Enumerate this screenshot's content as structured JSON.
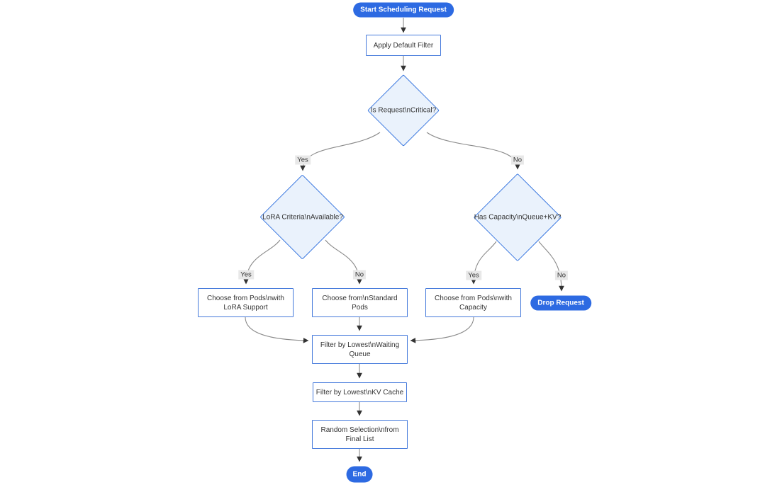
{
  "diagram": {
    "nodes": {
      "start": {
        "label": "Start Scheduling Request"
      },
      "apply_filter": {
        "label": "Apply Default Filter"
      },
      "is_critical": {
        "label": "Is Request\\nCritical?"
      },
      "lora_criteria": {
        "label": "LoRA Criteria\\nAvailable?"
      },
      "has_capacity": {
        "label": "Has Capacity\\nQueue+KV?"
      },
      "choose_lora": {
        "lines": [
          "Choose from Pods\\nwith",
          "LoRA Support"
        ]
      },
      "choose_standard": {
        "lines": [
          "Choose from\\nStandard",
          "Pods"
        ]
      },
      "choose_capacity": {
        "lines": [
          "Choose from Pods\\nwith",
          "Capacity"
        ]
      },
      "drop_request": {
        "label": "Drop Request"
      },
      "filter_queue": {
        "lines": [
          "Filter by Lowest\\nWaiting",
          "Queue"
        ]
      },
      "filter_kv": {
        "label": "Filter by Lowest\\nKV Cache"
      },
      "random_selection": {
        "lines": [
          "Random Selection\\nfrom",
          "Final List"
        ]
      },
      "end": {
        "label": "End"
      }
    },
    "edge_labels": {
      "critical_yes": "Yes",
      "critical_no": "No",
      "lora_yes": "Yes",
      "lora_no": "No",
      "capacity_yes": "Yes",
      "capacity_no": "No"
    },
    "colors": {
      "terminal_fill": "#2D6AE2",
      "terminal_text": "#FFFFFF",
      "process_border": "#4479DB",
      "process_fill": "#FFFFFF",
      "decision_border": "#3C79E0",
      "decision_fill": "#EAF2FC",
      "edge_line": "#8A8A8A",
      "arrowhead": "#333333",
      "edge_label_bg": "#E8E8E8",
      "text": "#333333"
    }
  }
}
